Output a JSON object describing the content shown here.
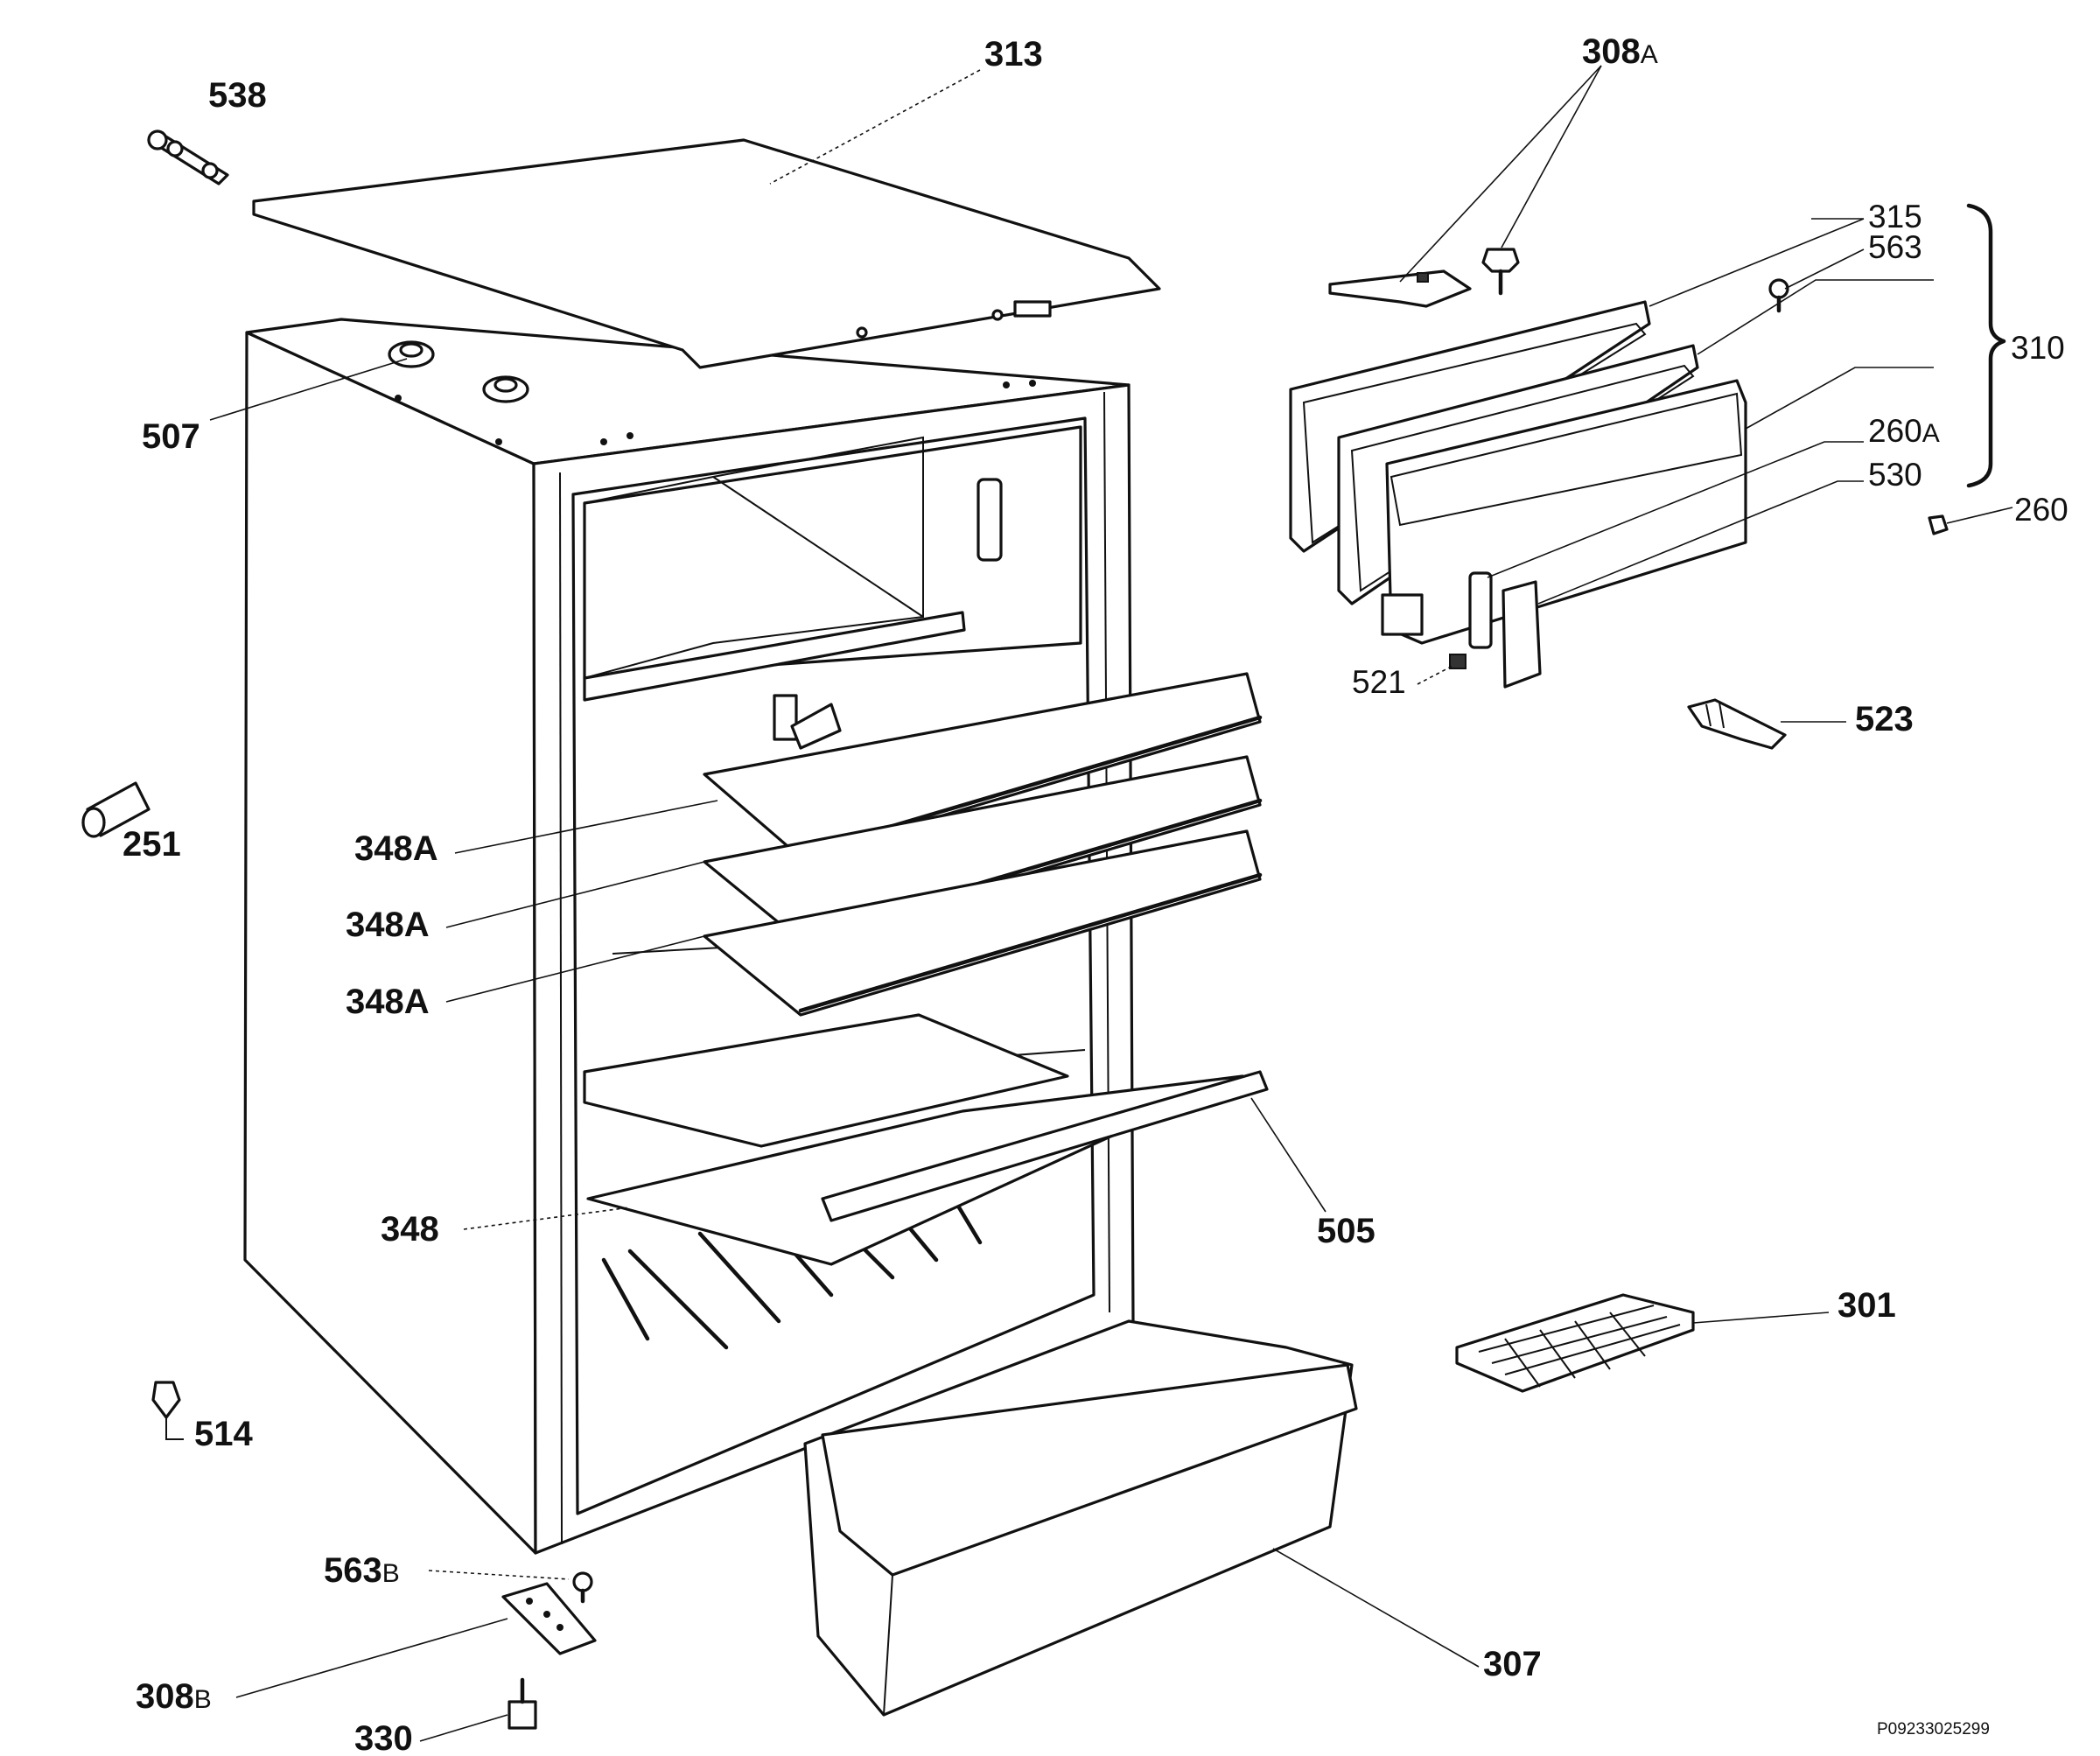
{
  "labels": {
    "l313": "313",
    "l308a": "308",
    "l308a_sfx": "A",
    "l538": "538",
    "l315": "315",
    "l563": "563",
    "l310": "310",
    "l260a": "260",
    "l260a_sfx": "A",
    "l530": "530",
    "l260": "260",
    "l507": "507",
    "l521": "521",
    "l523": "523",
    "l251": "251",
    "l348a_1": "348A",
    "l348a_2": "348A",
    "l348a_3": "348A",
    "l348": "348",
    "l505": "505",
    "l301": "301",
    "l514": "514",
    "l563b": "563",
    "l563b_sfx": "B",
    "l308b": "308",
    "l308b_sfx": "B",
    "l307": "307",
    "l330": "330"
  },
  "drawing_code": "P09233025299"
}
